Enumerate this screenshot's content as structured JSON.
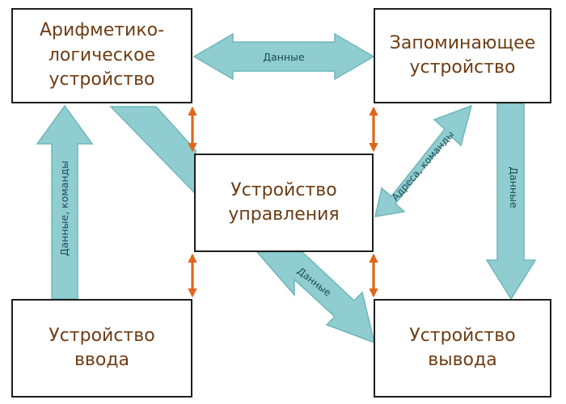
{
  "colors": {
    "arrow_fill": "#8fcdd0",
    "arrow_stroke": "#6fb6ba",
    "control_arrow": "#e0661d",
    "box_text": "#6e3d14",
    "box_border": "#1e1e1e"
  },
  "boxes": {
    "alu": "Арифметико-\nлогическое\nустройство",
    "memory": "Запоминающее\nустройство",
    "control": "Устройство\nуправления",
    "input": "Устройство\nввода",
    "output": "Устройство\nвывода"
  },
  "arrow_labels": {
    "alu_memory": "Данные",
    "input_alu": "Данные, команды",
    "memory_control": "Адреса, команды",
    "memory_output": "Данные",
    "control_output": "Данные"
  }
}
